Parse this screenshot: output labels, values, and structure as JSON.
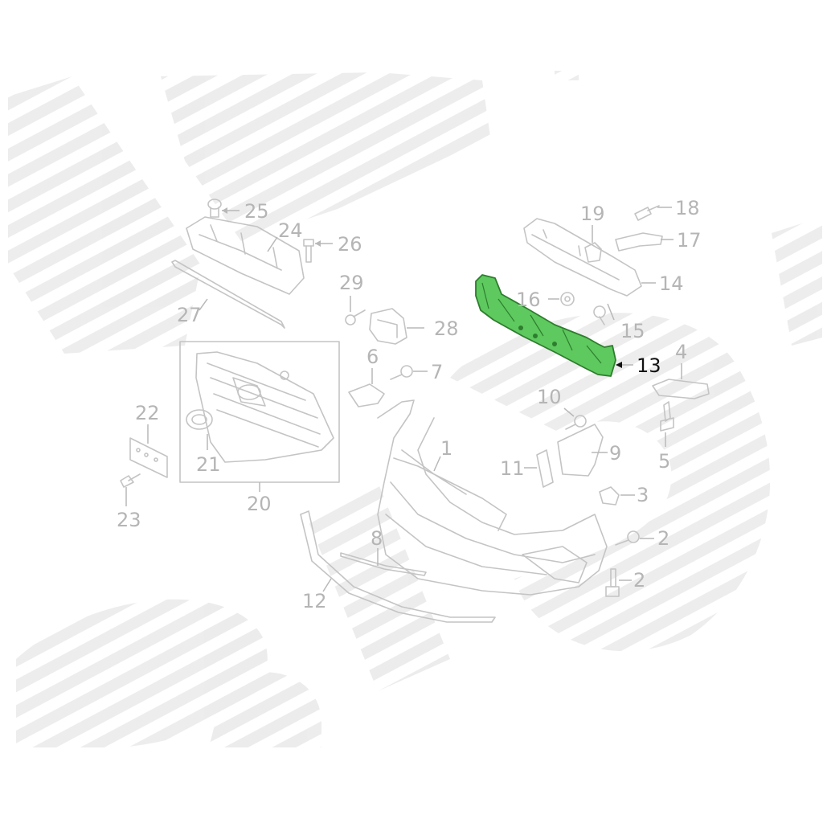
{
  "colors": {
    "highlight_fill": "#5ec95e",
    "highlight_stroke": "#2e7d2e",
    "line_art": "#c4c4c4",
    "label_text": "#b5b5b5",
    "active_label_text": "#111111",
    "watermark": "#e6e6e6"
  },
  "diagram": {
    "highlighted_part": "13",
    "labels": {
      "p1": "1",
      "p2a": "2",
      "p2b": "2",
      "p3": "3",
      "p4": "4",
      "p5": "5",
      "p6": "6",
      "p7": "7",
      "p8": "8",
      "p9": "9",
      "p10": "10",
      "p11": "11",
      "p12": "12",
      "p13": "13",
      "p14": "14",
      "p15": "15",
      "p16": "16",
      "p17": "17",
      "p18": "18",
      "p19": "19",
      "p20": "20",
      "p21": "21",
      "p22": "22",
      "p23": "23",
      "p24": "24",
      "p25": "25",
      "p26": "26",
      "p27": "27",
      "p28": "28",
      "p29": "29"
    }
  }
}
